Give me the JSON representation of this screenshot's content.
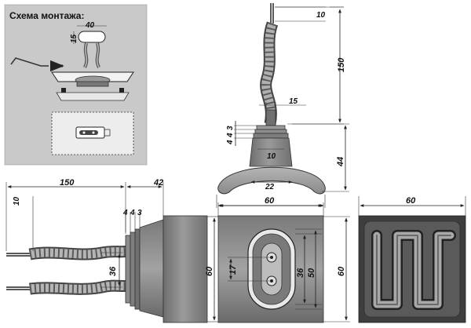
{
  "inset": {
    "title": "Схема монтажа:",
    "dim_width": "40",
    "dim_height": "15"
  },
  "top_view": {
    "dim_wire_end": "10",
    "dim_wire_length": "150",
    "dim_neck_width": "15",
    "dim_steps": [
      "3",
      "4",
      "4"
    ],
    "dim_collar": "10",
    "dim_clip_height": "44",
    "dim_clip_inner": "22",
    "dim_block_width": "60"
  },
  "side_view": {
    "dim_wire_length": "150",
    "dim_collar_length": "42",
    "dim_wire_end": "10",
    "dim_steps": [
      "4",
      "4",
      "3"
    ],
    "dim_wire_spacing": "36",
    "dim_height": "60"
  },
  "front_view": {
    "dim_width": "60",
    "dim_height": "60",
    "dim_contacts": "17",
    "dim_slot_inner": "36",
    "dim_slot_outer": "50"
  },
  "bottom_view": {
    "dim_width": "60"
  },
  "colors": {
    "body": "#8a8a8a",
    "body_dark": "#5e5e5e",
    "inset_bg": "#c8c8c8",
    "heater_dark": "#3c3c3c",
    "heater_light": "#a8a8a8"
  }
}
